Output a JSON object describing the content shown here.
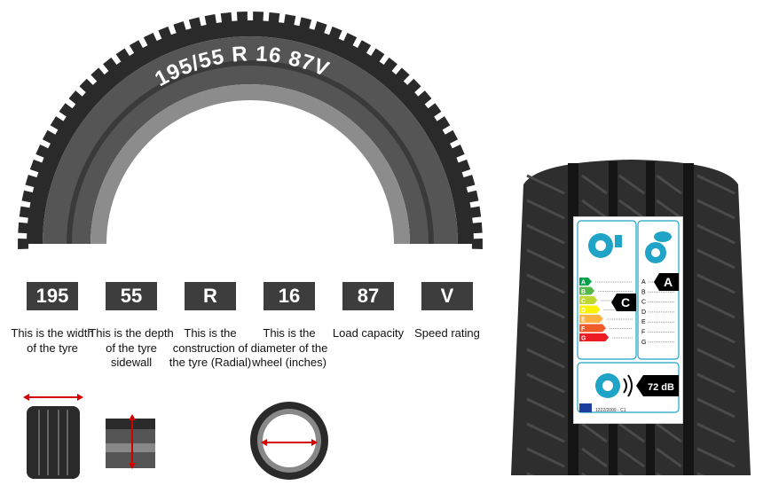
{
  "sidewall_text": "195/55 R 16 87V",
  "codes": [
    {
      "code": "195",
      "description": "This is the width of the tyre"
    },
    {
      "code": "55",
      "description": "This is the depth of the tyre sidewall"
    },
    {
      "code": "R",
      "description": "This is the construction of the tyre (Radial)"
    },
    {
      "code": "16",
      "description": "This is the diameter of the wheel (inches)"
    },
    {
      "code": "87",
      "description": "Load capacity"
    },
    {
      "code": "V",
      "description": "Speed rating"
    }
  ],
  "label": {
    "fuel_grades": [
      "A",
      "B",
      "C",
      "D",
      "E",
      "F",
      "G"
    ],
    "fuel_rating": "C",
    "wet_grades": [
      "A",
      "B",
      "C",
      "D",
      "E",
      "F",
      "G"
    ],
    "wet_rating": "A",
    "noise": "72 dB",
    "regulation": "1222/2009 - C1"
  },
  "colors": {
    "dark_box": "#3d3d3d",
    "arrow": "#d40000",
    "label_accent": "#1fa3c6",
    "grade_colors": [
      "#00a14b",
      "#54b848",
      "#bfd730",
      "#fff200",
      "#fbb040",
      "#f15a29",
      "#ed1c24"
    ]
  },
  "icons": [
    "fuel-pump-icon",
    "rain-cloud-icon",
    "speaker-icon",
    "eu-flag-icon"
  ]
}
